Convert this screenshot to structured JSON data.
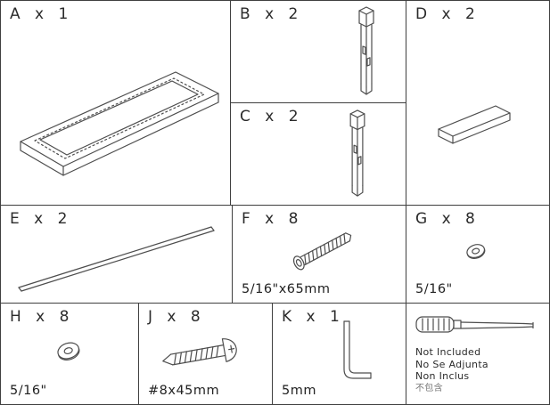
{
  "parts": {
    "a": {
      "label": "A x 1"
    },
    "b": {
      "label": "B x 2"
    },
    "c": {
      "label": "C x 2"
    },
    "d": {
      "label": "D x 2"
    },
    "e": {
      "label": "E x 2"
    },
    "f": {
      "label": "F x 8",
      "note": "5/16\"x65mm"
    },
    "g": {
      "label": "G x 8",
      "note": "5/16\""
    },
    "h": {
      "label": "H x 8",
      "note": "5/16\""
    },
    "j": {
      "label": "J x 8",
      "note": "#8x45mm"
    },
    "k": {
      "label": "K x 1",
      "note": "5mm"
    },
    "tool": {
      "lines": [
        "Not Included",
        "No Se Adjunta",
        "Non Inclus",
        "不包含"
      ]
    }
  },
  "illustrations": {
    "a": "tabletop-panel",
    "b": "leg-post",
    "c": "leg-post",
    "d": "side-rail",
    "e": "support-rod",
    "f": "bolt-screw",
    "g": "washer",
    "h": "washer",
    "j": "wood-screw",
    "k": "allen-key",
    "tool": "screwdriver"
  }
}
